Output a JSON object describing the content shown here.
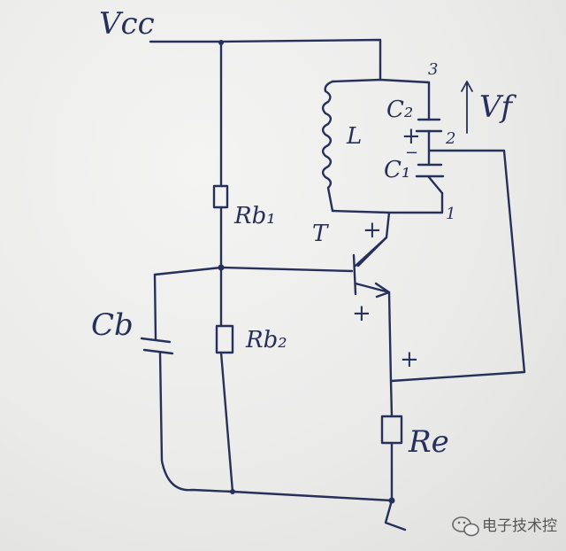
{
  "labels": {
    "vcc": "Vcc",
    "inductor": "L",
    "c2": "C₂",
    "c1": "C₁",
    "vf": "Vf",
    "node3": "3",
    "node2": "2",
    "node1": "1",
    "rb1": "Rb₁",
    "rb2": "Rb₂",
    "cb": "Cb",
    "transistor": "T",
    "re": "Re",
    "plus_c2": "+",
    "minus_c2": "−",
    "plus_node1": "+",
    "plus_base": "+",
    "plus_emitter": "+"
  },
  "watermark": {
    "text": "电子技术控",
    "icon": "wechat-icon"
  }
}
